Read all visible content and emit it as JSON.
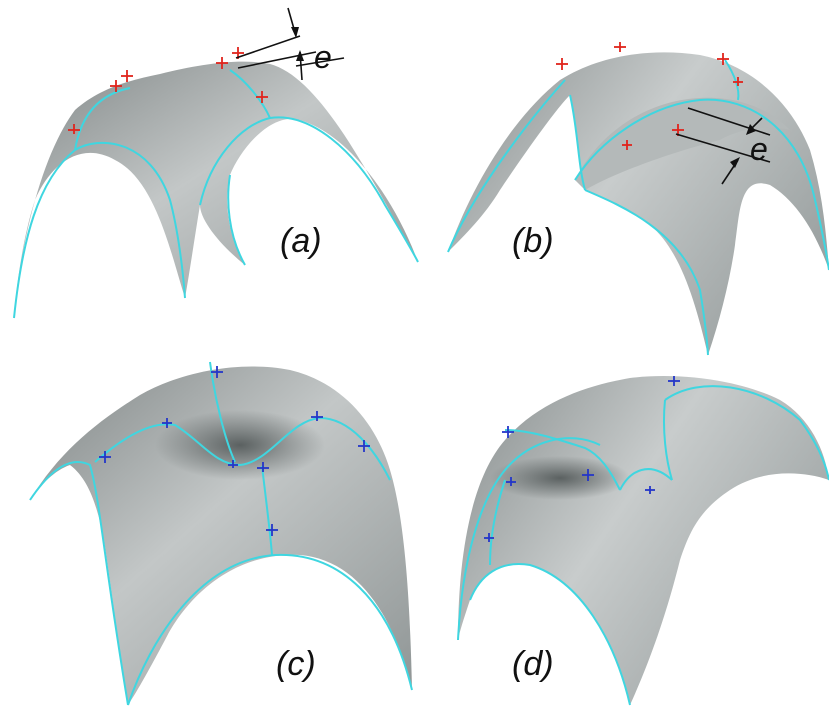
{
  "figure": {
    "panels": [
      {
        "id": "a",
        "label": "(a)"
      },
      {
        "id": "b",
        "label": "(b)"
      },
      {
        "id": "c",
        "label": "(c)"
      },
      {
        "id": "d",
        "label": "(d)"
      }
    ],
    "dimension_label": "e",
    "colors": {
      "surface": "#a9adad",
      "edge_curve": "#3fd6e0",
      "marker_top": "#e0241c",
      "marker_bottom": "#2436c8",
      "dimension": "#111111"
    }
  }
}
